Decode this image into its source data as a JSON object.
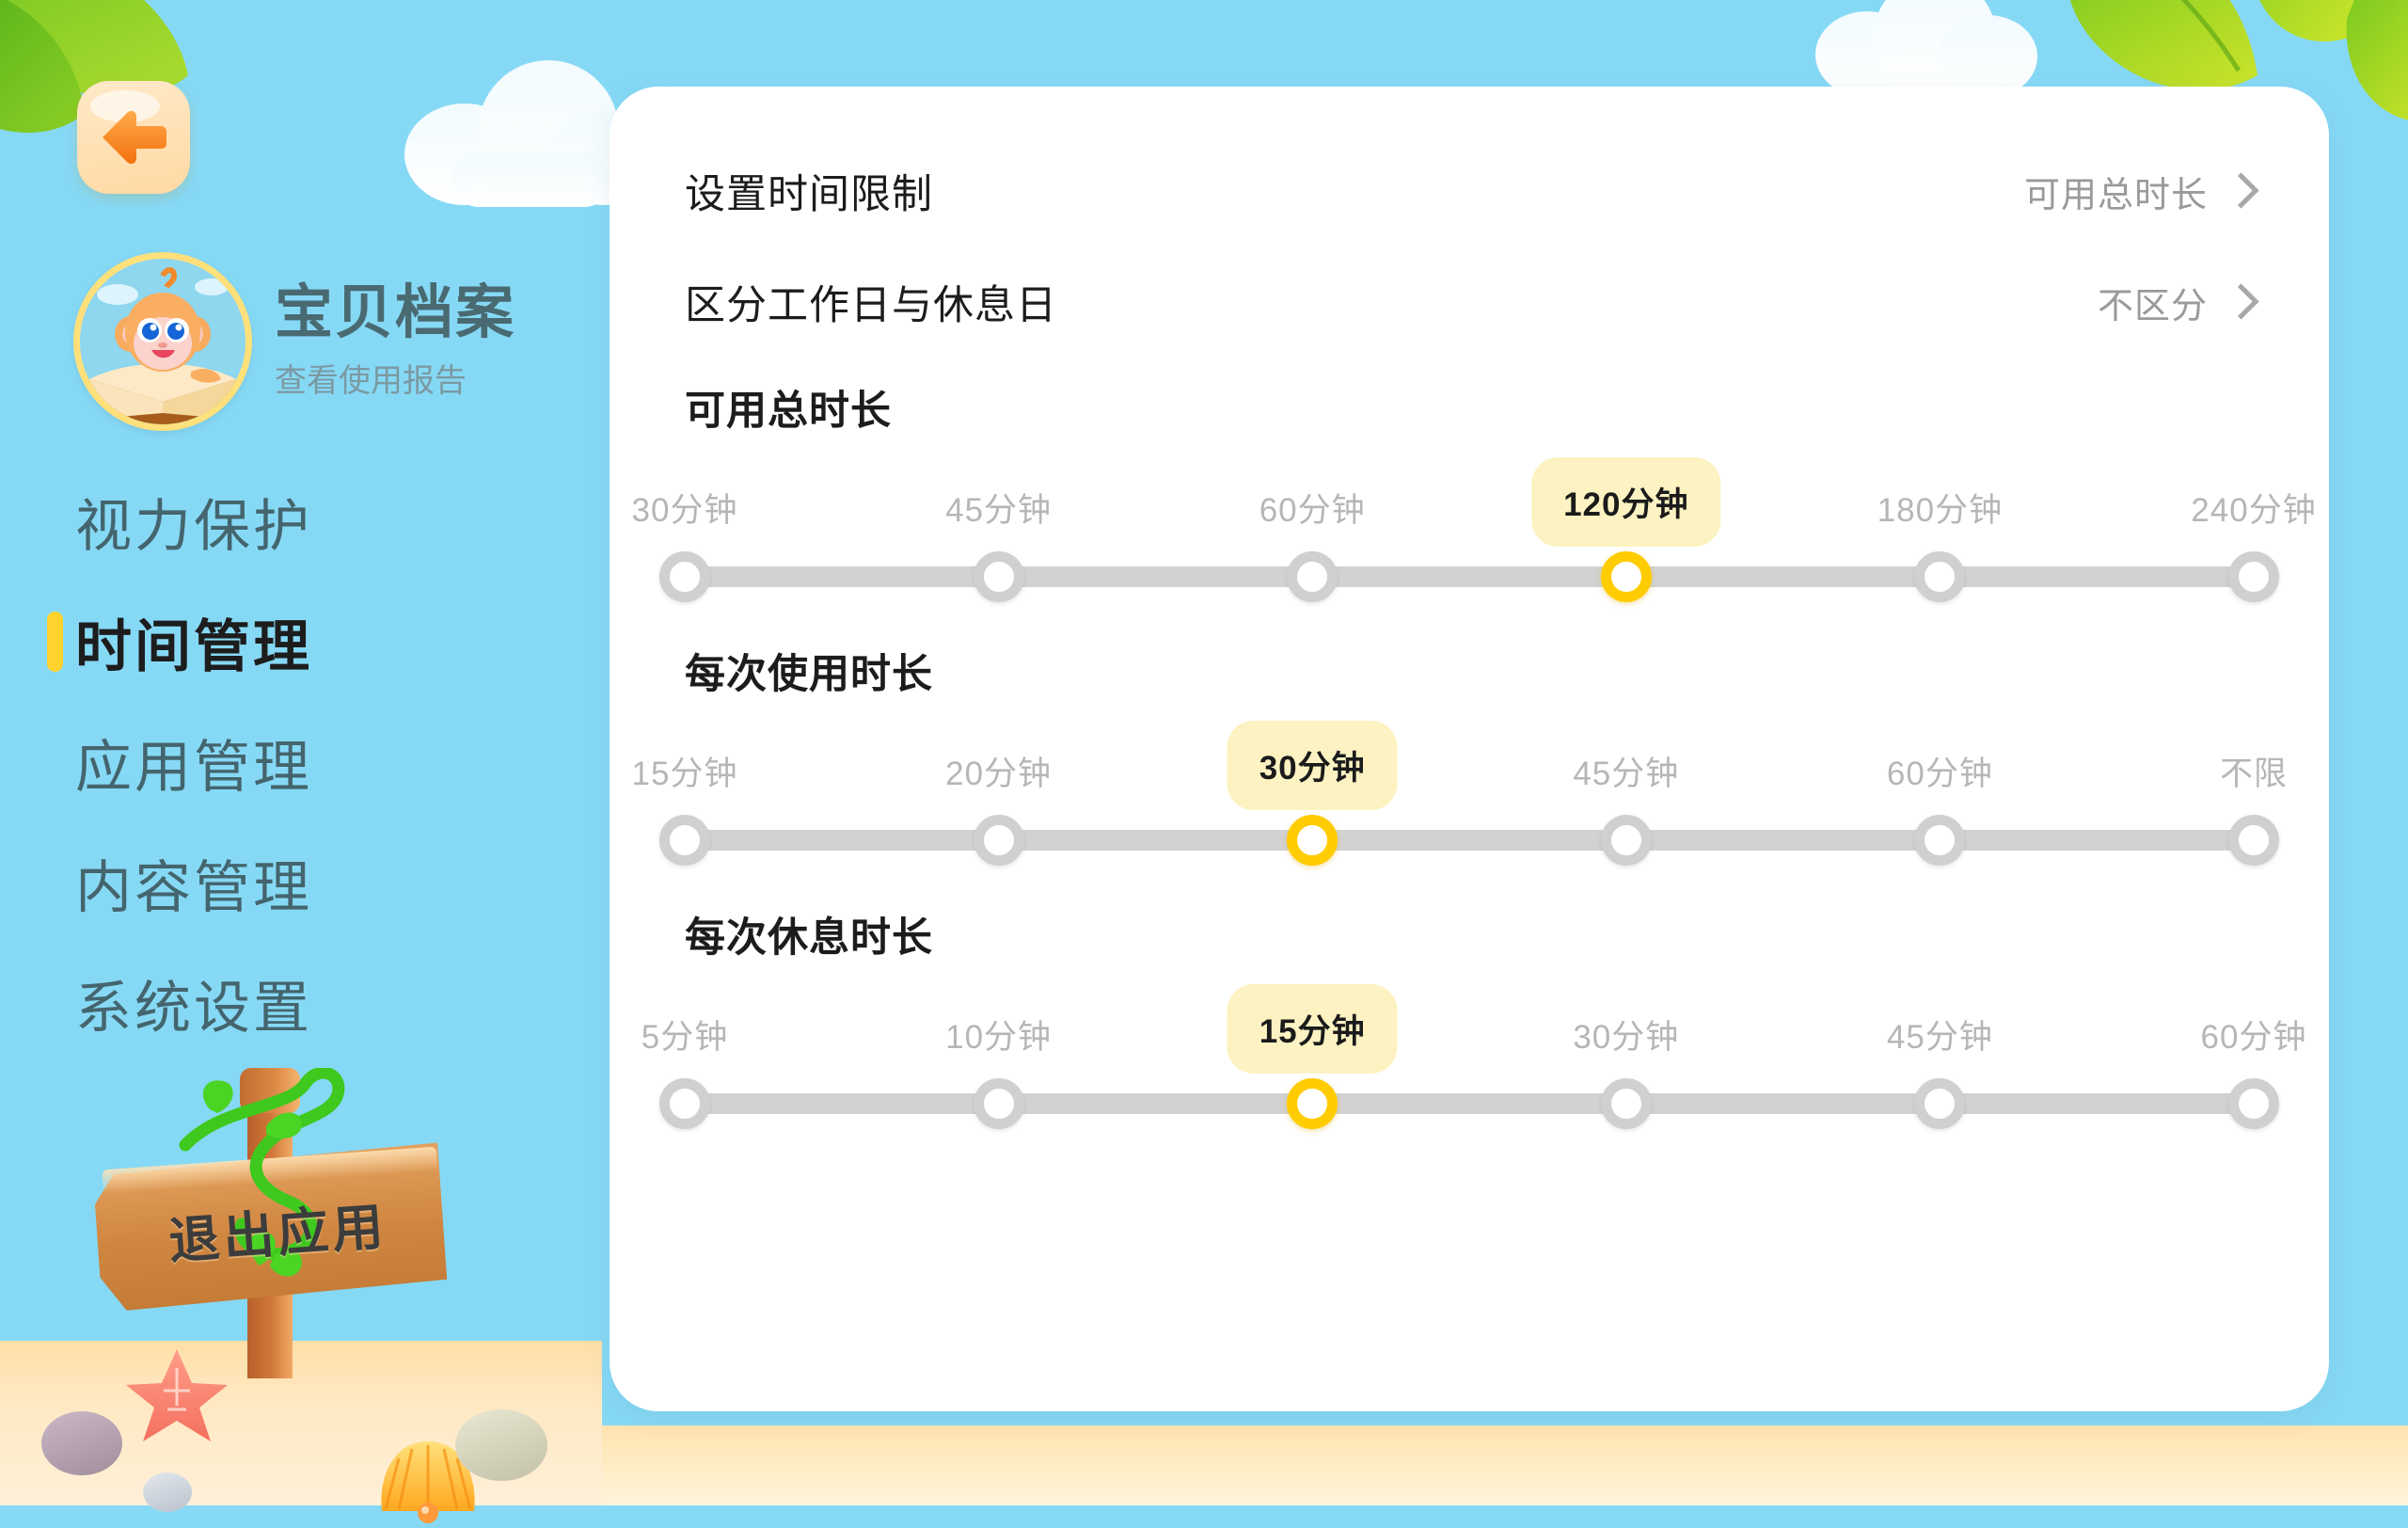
{
  "colors": {
    "sky": "#86d9f5",
    "sand": "#ffe3b0",
    "accent_yellow": "#ffcc00",
    "highlight_bg": "#fdf3c2",
    "track_gray": "#d2d2d2",
    "text_dark": "#1c1c1c",
    "text_muted": "#b6b6b6",
    "nav_text": "#44656e",
    "badge_red": "#ff4a3d"
  },
  "back_button": {
    "icon": "back-arrow-icon"
  },
  "profile": {
    "title": "宝贝档案",
    "subtitle": "查看使用报告",
    "avatar_icon": "monkey-avatar-icon",
    "badge_icon": "red-dot-badge"
  },
  "sidebar": {
    "items": [
      {
        "label": "视力保护",
        "active": false
      },
      {
        "label": "时间管理",
        "active": true
      },
      {
        "label": "应用管理",
        "active": false
      },
      {
        "label": "内容管理",
        "active": false
      },
      {
        "label": "系统设置",
        "active": false
      }
    ],
    "exit": {
      "label": "退出应用",
      "icon": "wooden-signpost-icon"
    }
  },
  "decorations": {
    "leaves": "leaf-icon",
    "clouds": "cloud-icon",
    "starfish": "starfish-icon",
    "shell": "seashell-icon",
    "pebbles": "pebble-icon"
  },
  "main": {
    "rows": [
      {
        "label": "设置时间限制",
        "value": "可用总时长",
        "chevron": "chevron-right-icon"
      },
      {
        "label": "区分工作日与休息日",
        "value": "不区分",
        "chevron": "chevron-right-icon"
      }
    ],
    "sliders": [
      {
        "title": "可用总时长",
        "options": [
          "30分钟",
          "45分钟",
          "60分钟",
          "120分钟",
          "180分钟",
          "240分钟"
        ],
        "selected_index": 3,
        "selected_value": "120分钟"
      },
      {
        "title": "每次使用时长",
        "options": [
          "15分钟",
          "20分钟",
          "30分钟",
          "45分钟",
          "60分钟",
          "不限"
        ],
        "selected_index": 2,
        "selected_value": "30分钟"
      },
      {
        "title": "每次休息时长",
        "options": [
          "5分钟",
          "10分钟",
          "15分钟",
          "30分钟",
          "45分钟",
          "60分钟"
        ],
        "selected_index": 2,
        "selected_value": "15分钟"
      }
    ]
  }
}
